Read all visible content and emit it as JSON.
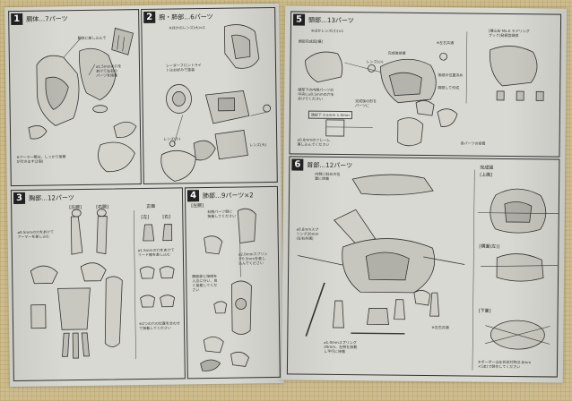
{
  "steps": [
    {
      "num": "1",
      "title": "胴体…7パーツ"
    },
    {
      "num": "2",
      "title": "腕・肺部…6パーツ"
    },
    {
      "num": "3",
      "title": "胸部…12パーツ"
    },
    {
      "num": "4",
      "title": "肺部…9パーツ×2"
    },
    {
      "num": "5",
      "title": "頭部…13パーツ"
    },
    {
      "num": "6",
      "title": "首部…12パーツ"
    }
  ],
  "notes": {
    "p1_top": "胴体に差し込んで",
    "p1_mid": "⌀1.5mmの穴を\nあけて左右の\nパーツを接着",
    "p1_bottom": "※アーマー類は、しっかり接着\nが付きます(2個)",
    "p2_top": "※ほかのレンズ(大)×2",
    "p2_mid": "レーダーフロントライ\nトはお好みで塗装",
    "p2_lens1": "レンズ(小)",
    "p2_lens2": "レンズ(大)",
    "p3_a": "⌀0.5mmの穴をあけて\nアーマーを差し込む",
    "p3_b": "⌀1.5mmの穴をあけて\nリード線を差し込む",
    "p3_c": "※2つの穴の位置を合わせ\nて接着してください",
    "p3_left": "[左腕]",
    "p3_right": "[右腕]",
    "p3_front": "正面",
    "p3_l2": "[左]",
    "p3_r2": "[右]",
    "p4_a": "[左腕]",
    "p4_b": "右腕パーツ側に\n接着してください",
    "p4_c": "⌀2.0mmスプリン\nグ0.5mmを差し\n込んでください",
    "p4_d": "関節部と接続を\n入念に行い、良\nく接着してくだ\nさい",
    "p5_top": "※ほかレンズ(小)×1",
    "p5_a": "頭部完成図[横]",
    "p5_b": "頭部下の内側パーツの\n中央に⌀0.5mmの穴を\nあけてください",
    "p5_c": "レンズ(小)",
    "p5_d": "完成後接着",
    "p5_e": "完成後の形を\nパーツに",
    "p5_f": "※左右共通",
    "p5_g": "[横山宏 Ma.K モデリング\nブック]発掘型頭部",
    "p5_h": "接続の位置決め",
    "p5_i": "展開して作成",
    "p5_j": "⌀0.8mmのフレーム\n差し込んでください",
    "p5_k": "各パーツの接着",
    "p5_box": "頭部下",
    "p5_box2": "0.5mm",
    "p5_box3": "1.0mm",
    "p6_a": "内側に斜めの位\n置に接着",
    "p6_b": "⌀0.8mmスプ\nリング20mm\n(左右共通)",
    "p6_c": "⌀1.0mmスプリング\n20mm、左側を接着\nし平行に接着",
    "p6_d": "※左右共通",
    "p6_e": "完成図",
    "p6_f": "[上面]",
    "p6_g": "[横面(左)]",
    "p6_h": "[下面]",
    "p6_i": "※ボーダーは左右非対称(0.8mm\n×5本)で製作してください"
  }
}
